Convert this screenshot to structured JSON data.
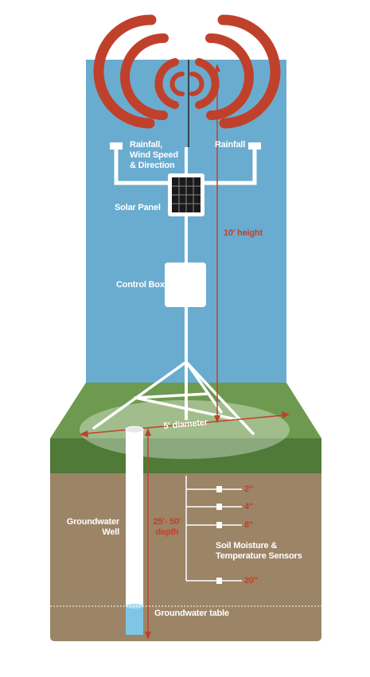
{
  "labels": {
    "rainfall_left": "Rainfall,\nWind Speed\n& Direction",
    "rainfall_right": "Rainfall",
    "solar_panel": "Solar Panel",
    "control_box": "Control Box",
    "height": "10' height",
    "diameter": "5' diameter",
    "well": "Groundwater\nWell",
    "depth": "25'- 50'\ndepth",
    "soil_sensors": "Soil Moisture &\nTemperature Sensors",
    "groundwater_table": "Groundwater table"
  },
  "sensor_depths": [
    "2\"",
    "4\"",
    "8\"",
    "20\""
  ],
  "colors": {
    "sky": "#6aaccf",
    "grass": "#6d9a4e",
    "grass_side": "#4f7a38",
    "soil": "#9c8466",
    "accent_red": "#c0412b",
    "water": "#7fc6e4"
  },
  "icons": {
    "signal": "radio-waves-icon",
    "sensor": "sensor-probe-icon"
  }
}
